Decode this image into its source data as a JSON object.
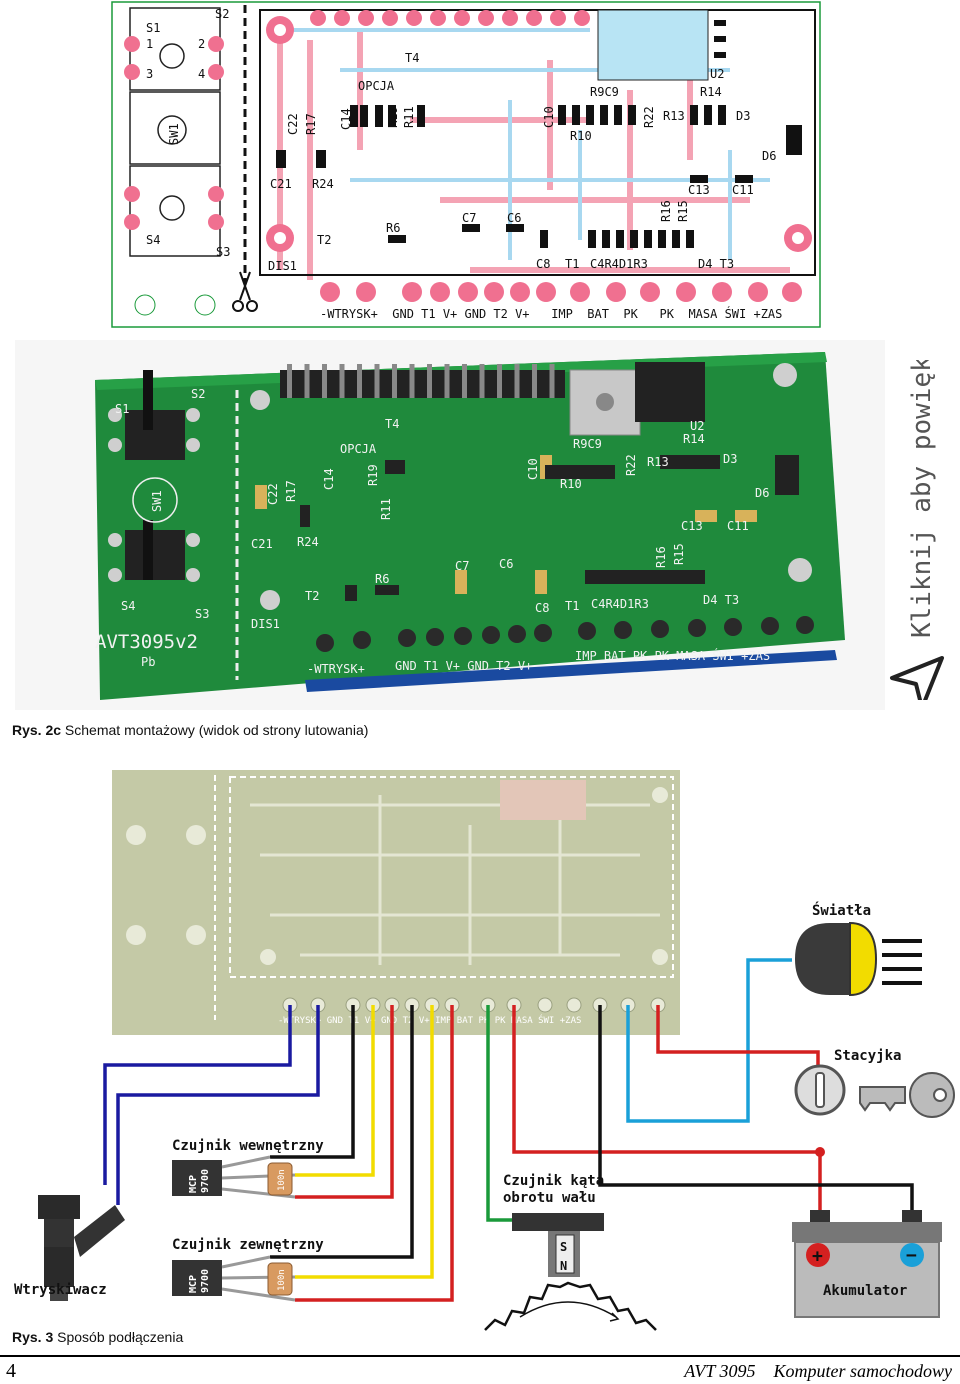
{
  "top_pcb": {
    "labels": {
      "s1": "S1",
      "s2": "S2",
      "s3": "S3",
      "s4": "S4",
      "sw1": "SW1",
      "t4": "T4",
      "opcja": "OPCJA",
      "u2": "U2",
      "r9c9": "R9C9",
      "r14": "R14",
      "c22": "C22",
      "r17": "R17",
      "c14": "C14",
      "r19": "R19",
      "r11": "R11",
      "c10": "C10",
      "r10": "R10",
      "r22": "R22",
      "r13": "R13",
      "d3": "D3",
      "d6": "D6",
      "c21": "C21",
      "r24": "R24",
      "c13": "C13",
      "c11": "C11",
      "r16": "R16",
      "r15": "R15",
      "c7": "C7",
      "c6": "C6",
      "r6": "R6",
      "t2": "T2",
      "dis1": "DIS1",
      "c8": "C8",
      "t1": "T1",
      "c4r4d1r3": "C4R4D1R3",
      "d4t3": "D4 T3",
      "p1": "1",
      "p2": "2",
      "p3": "3",
      "p4": "4"
    },
    "terminals": "-WTRYSK+  GND T1 V+ GND T2 V+   IMP  BAT  PK   PK  MASA ŚWI +ZAS"
  },
  "photo_pcb": {
    "labels": {
      "s1": "S1",
      "s2": "S2",
      "s3": "S3",
      "s4": "S4",
      "sw1": "SW1",
      "t4": "T4",
      "opcja": "OPCJA",
      "u2": "U2",
      "r9c9": "R9C9",
      "r14": "R14",
      "c22": "C22",
      "r17": "R17",
      "c14": "C14",
      "r19": "R19",
      "r11": "R11",
      "c10": "C10",
      "r10": "R10",
      "r22": "R22",
      "r13": "R13",
      "d3": "D3",
      "d6": "D6",
      "c21": "C21",
      "r24": "R24",
      "c13": "C13",
      "c11": "C11",
      "r16": "R16",
      "r15": "R15",
      "c7": "C7",
      "c6": "C6",
      "r6": "R6",
      "t2": "T2",
      "dis1": "DIS1",
      "c8": "C8",
      "t1": "T1",
      "c4r4d1r3": "C4R4D1R3",
      "d4t3": "D4 T3",
      "pb": "Pb"
    },
    "board_name": "AVT3095v2",
    "terminals_left": "-WTRYSK+",
    "terminals_mid": "GND T1 V+ GND T2 V+",
    "terminals_right": "IMP  BAT  PK   PK  MASA ŚWI +ZAS"
  },
  "enlarge_text": "Kliknij aby powiększyć",
  "caption_2c": {
    "bold": "Rys. 2c",
    "text": " Schemat montażowy (widok od strony lutowania)"
  },
  "wiring": {
    "board_terminals": "-WTRYSK+ GND T1 V+ GND T2 V+ IMP BAT PK PK MASA ŚWI +ZAS",
    "swiatla": "Światła",
    "stacyjka": "Stacyjka",
    "czujnik_wew": "Czujnik wewnętrzny",
    "czujnik_zew": "Czujnik zewnętrzny",
    "czujnik_kata_1": "Czujnik kąta",
    "czujnik_kata_2": "obrotu wału",
    "wtryskiwacz": "Wtryskiwacz",
    "akumulator": "Akumulator",
    "mcp": "MCP",
    "mcp_num": "9700",
    "cap": "100n",
    "mag_s": "S",
    "mag_n": "N",
    "plus": "+",
    "minus": "−",
    "colors": {
      "blue": "#1a1aa0",
      "black": "#111111",
      "yellow": "#f2dc00",
      "red": "#d42020",
      "green": "#1a9a3a",
      "cyan": "#1aa0d8"
    }
  },
  "caption_3": {
    "bold": "Rys. 3",
    "text": " Sposób podłączenia"
  },
  "footer": {
    "page": "4",
    "title": "AVT 3095    Komputer samochodowy"
  }
}
